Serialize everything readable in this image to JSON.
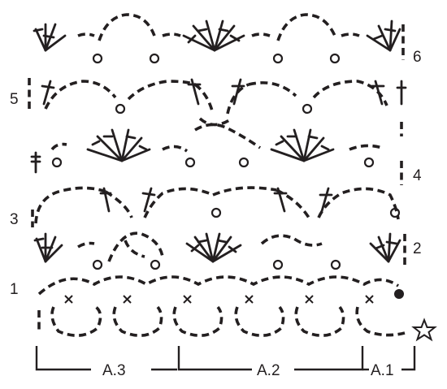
{
  "row_labels": {
    "r1": "1",
    "r2": "2",
    "r3": "3",
    "r4": "4",
    "r5": "5",
    "r6": "6"
  },
  "repeat_labels": {
    "a3": "A.3",
    "a2": "A.2",
    "a1": "A.1"
  },
  "symbols": [
    "chain-arc",
    "double-crochet",
    "treble-crochet",
    "slip-stitch",
    "single-crochet-cross",
    "start-dot",
    "star-marker"
  ]
}
